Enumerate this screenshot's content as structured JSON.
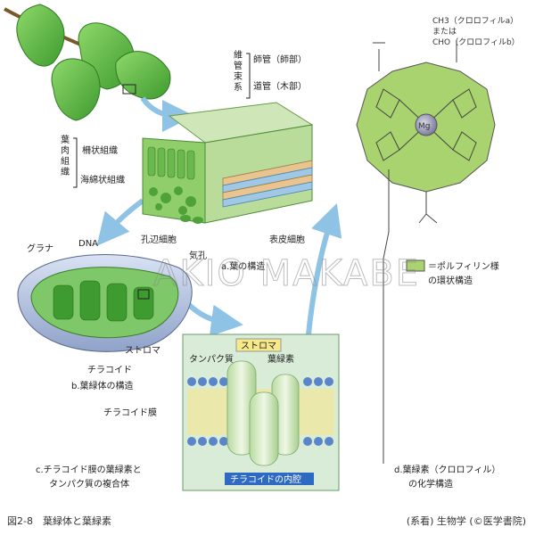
{
  "labels": {
    "vascular_bundle": [
      "維",
      "管",
      "束",
      "系"
    ],
    "phloem": "師管（師部）",
    "xylem": "道管（木部）",
    "mesophyll": [
      "葉",
      "肉",
      "組",
      "織"
    ],
    "palisade": "柵状組織",
    "spongy": "海綿状組織",
    "guard_cell": "孔辺細胞",
    "stoma": "気孔",
    "epidermis": "表皮細胞",
    "leaf_caption": "a.葉の構造",
    "grana": "グラナ",
    "dna": "DNA",
    "stroma_chloroplast": "ストロマ",
    "thylakoid": "チラコイド",
    "chloroplast_caption": "b.葉緑体の構造",
    "stroma_box": "ストロマ",
    "protein": "タンパク質",
    "chlorophyll_box": "葉緑素",
    "thylakoid_membrane": "チラコイド膜",
    "lumen": "チラコイドの内腔",
    "membrane_caption_1": "c.チラコイド膜の葉緑素と",
    "membrane_caption_2": "タンパク質の複合体",
    "chem_caption_1": "d.葉緑素（クロロフィル）",
    "chem_caption_2": "の化学構造",
    "chem_top_1": "CH3（クロロフィルa）",
    "chem_top_2": "または",
    "chem_top_3": "CHO（クロロフィルb）",
    "legend": "＝ポルフィリン様",
    "legend_2": "の環状構造",
    "mg": "Mg",
    "watermark": "AKIO MAKABE"
  },
  "footer": {
    "figure": "図2-8　葉緑体と葉緑素",
    "copyright": "(系看) 生物学 (©医学書院)"
  },
  "colors": {
    "leaf_green": "#5fbf4a",
    "porphyrin": "#a8d36e",
    "arrow_blue": "#8fc3e6",
    "membrane_bg": "#d8ecd8"
  }
}
